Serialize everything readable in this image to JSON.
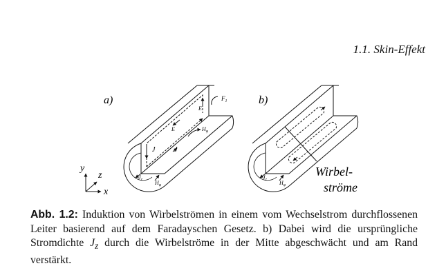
{
  "header": {
    "section_title": "1.1. Skin-Effekt"
  },
  "figure": {
    "panel_a": {
      "label": "a)",
      "labels": {
        "F": "F",
        "F_sub": "1",
        "E_top": "E",
        "E_mid": "E",
        "H_phi": "H",
        "H_phi_sub": "φ",
        "J_left": "J",
        "J_right": "J",
        "Jz": "J",
        "Jz_sub": "z",
        "Hphi_front": "H",
        "Hphi_front_sub": "φ"
      }
    },
    "panel_b": {
      "label": "b)",
      "labels": {
        "wirbel_line1": "Wirbel-",
        "wirbel_line2": "ströme",
        "Jz": "J",
        "Jz_sub": "z",
        "Hphi_front": "H",
        "Hphi_front_sub": "φ"
      }
    },
    "axes": {
      "y": "y",
      "z": "z",
      "x": "x"
    }
  },
  "caption": {
    "label": "Abb. 1.2:",
    "text_part1": " Induktion von Wirbelströmen in einem vom Wechselstrom durchflossenen Leiter basierend auf dem Faradayschen Gesetz. b) Dabei wird die ursprüngliche Stromdichte ",
    "math": "J",
    "math_sub": "z",
    "text_part2": " durch die Wirbelströme in der Mitte abgeschwächt und am Rand verstärkt."
  }
}
